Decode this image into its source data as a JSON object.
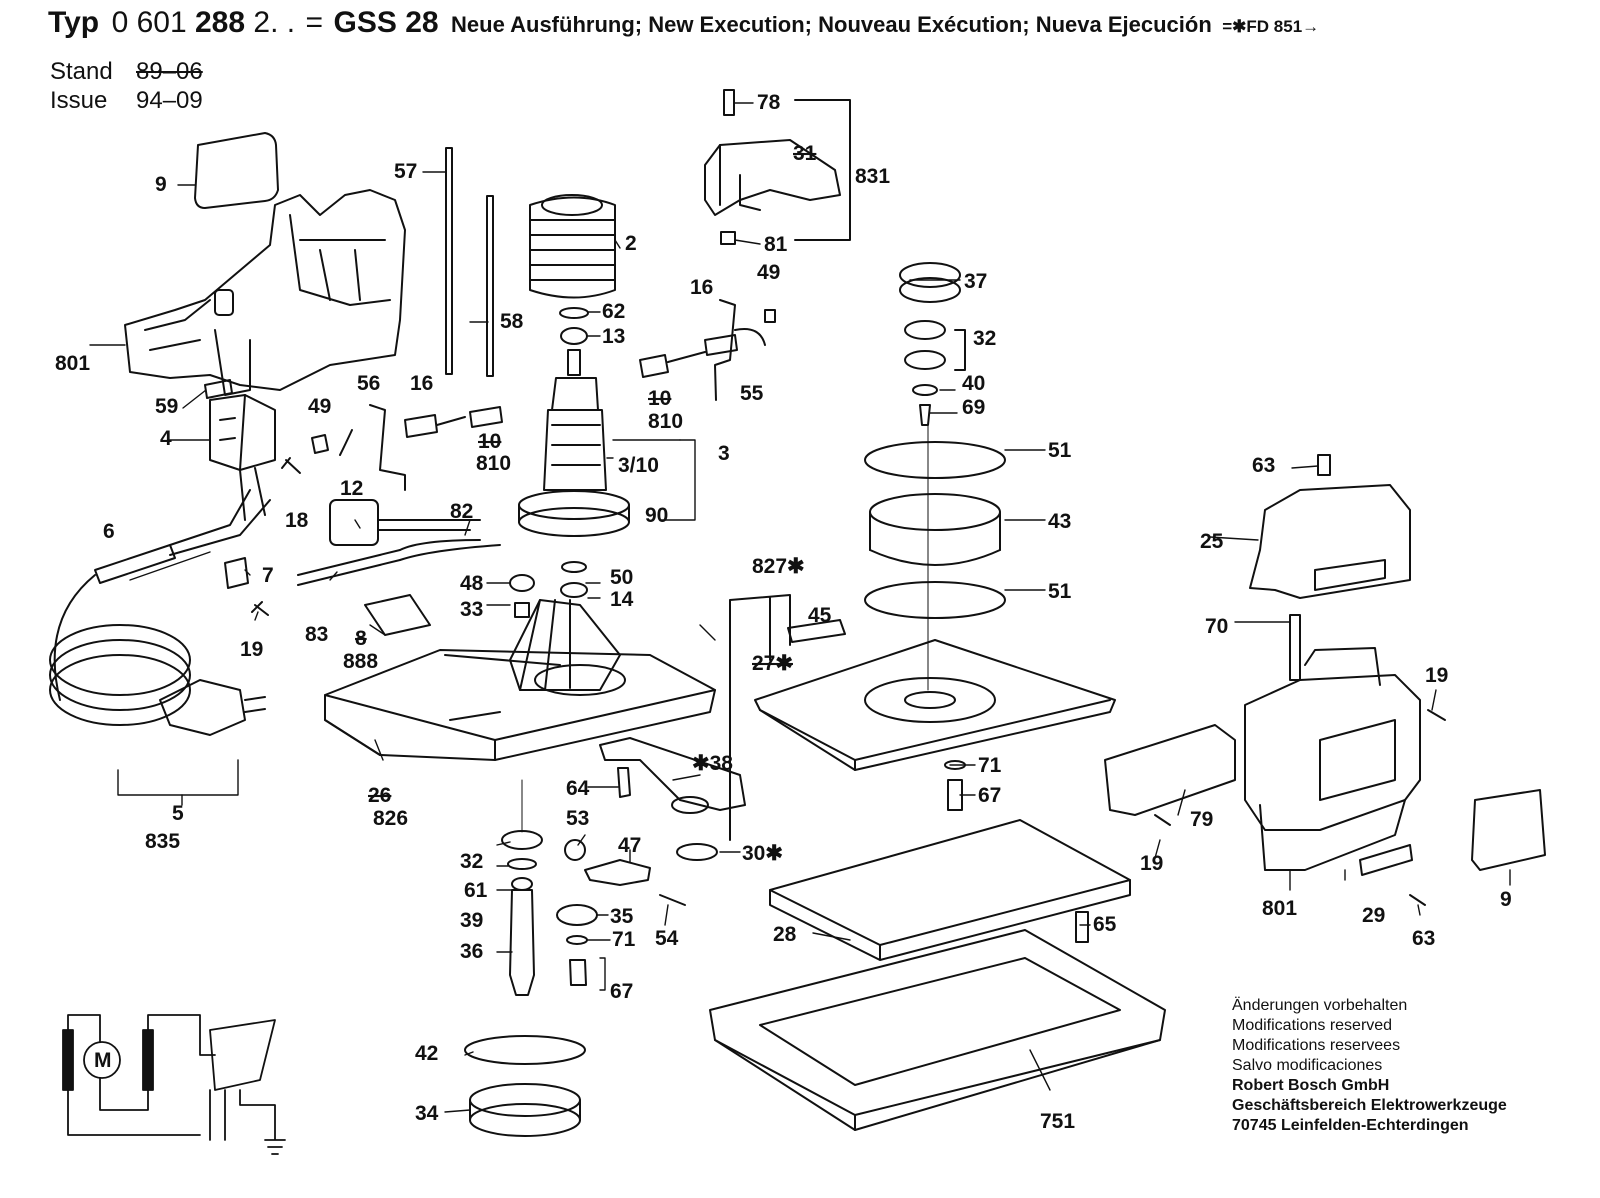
{
  "header": {
    "typ_label": "Typ",
    "number_light": "0 601 ",
    "number_bold": "288",
    "number_suffix": " 2. .",
    "equals": "=",
    "model": "GSS 28",
    "description": "Neue Ausführung; New Execution; Nouveau Exécution; Nueva Ejecución",
    "reference": "=✱FD 851→"
  },
  "stand": {
    "label": "Stand",
    "value": "89–06"
  },
  "issue": {
    "label": "Issue",
    "value": "94–09"
  },
  "parts": {
    "p9a": "9",
    "p57": "57",
    "p78": "78",
    "p31": "31",
    "p831": "831",
    "p2": "2",
    "p81": "81",
    "p49a": "49",
    "p37": "37",
    "p16a": "16",
    "p58": "58",
    "p62": "62",
    "p13": "13",
    "p55": "55",
    "p32a": "32",
    "p801a": "801",
    "p56": "56",
    "p16b": "16",
    "p10a": "10",
    "p810a": "810",
    "p40": "40",
    "p69": "69",
    "p59": "59",
    "p49b": "49",
    "p4": "4",
    "p10b": "10",
    "p810b": "810",
    "p3": "3",
    "p310": "3/10",
    "p51a": "51",
    "p18": "18",
    "p12": "12",
    "p63a": "63",
    "p90": "90",
    "p82": "82",
    "p43": "43",
    "p25": "25",
    "p6": "6",
    "p7": "7",
    "p48": "48",
    "p50": "50",
    "p827": "827✱",
    "p51b": "51",
    "p33": "33",
    "p14": "14",
    "p83": "83",
    "p8": "8",
    "p45": "45",
    "p19a": "19",
    "p888": "888",
    "p27": "27✱",
    "p70": "70",
    "p19b": "19",
    "p38": "✱38",
    "p71a": "71",
    "p64": "64",
    "p67a": "67",
    "p26": "26",
    "p5": "5",
    "p826": "826",
    "p53": "53",
    "p79": "79",
    "p835": "835",
    "p47": "47",
    "p30": "30✱",
    "p32b": "32",
    "p61": "61",
    "p19c": "19",
    "p9b": "9",
    "p801b": "801",
    "p35": "35",
    "p29": "29",
    "p39": "39",
    "p54": "54",
    "p65": "65",
    "p71b": "71",
    "p28": "28",
    "p36": "36",
    "p63b": "63",
    "p67b": "67",
    "p42": "42",
    "p34": "34",
    "p751": "751",
    "motor_symbol": "M"
  },
  "notes": {
    "line1": "Änderungen vorbehalten",
    "line2": "Modifications reserved",
    "line3": "Modifications reservees",
    "line4": "Salvo modificaciones",
    "company": "Robert Bosch GmbH",
    "division": "Geschäftsbereich Elektrowerkzeuge",
    "address": "70745 Leinfelden-Echterdingen"
  }
}
